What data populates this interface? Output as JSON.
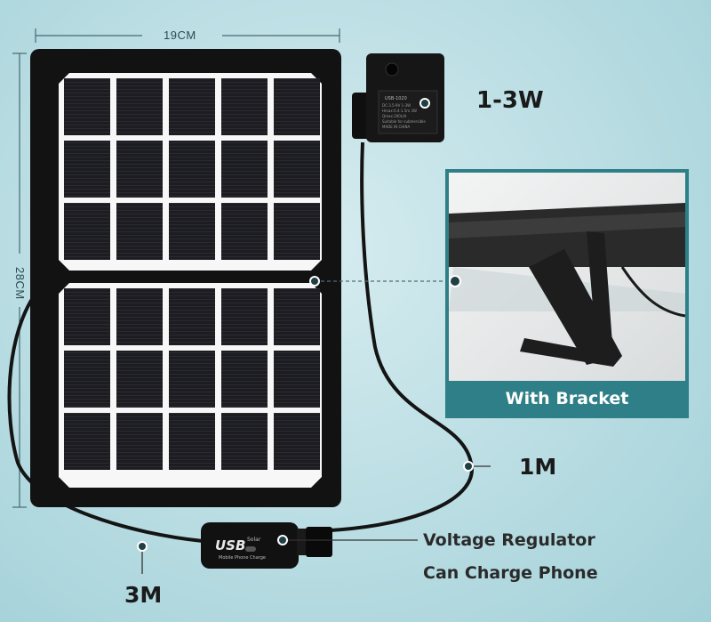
{
  "dimensions": {
    "width_label": "19CM",
    "height_label": "28CM"
  },
  "pump": {
    "power_label": "1-3W",
    "model_text": "USB-1020",
    "spec_lines": [
      "DC:3.5-9V 1-3W",
      "Hmax:0.4-1.5m 3W",
      "Qmax:200L/H",
      "Suitable for submersible",
      "MADE IN CHINA"
    ]
  },
  "bracket": {
    "caption": "With Bracket"
  },
  "cables": {
    "upper_length": "1M",
    "lower_length": "3M"
  },
  "regulator": {
    "name": "Voltage Regulator",
    "feature": "Can Charge Phone",
    "logo_text": "USB",
    "small_text_1": "Solar",
    "small_text_2": "Mobile Phone Charge"
  },
  "colors": {
    "background": "#b9dde3",
    "bracket_banner": "#2e7f87",
    "panel_frame": "#141414",
    "cell": "#1b1b1f"
  }
}
